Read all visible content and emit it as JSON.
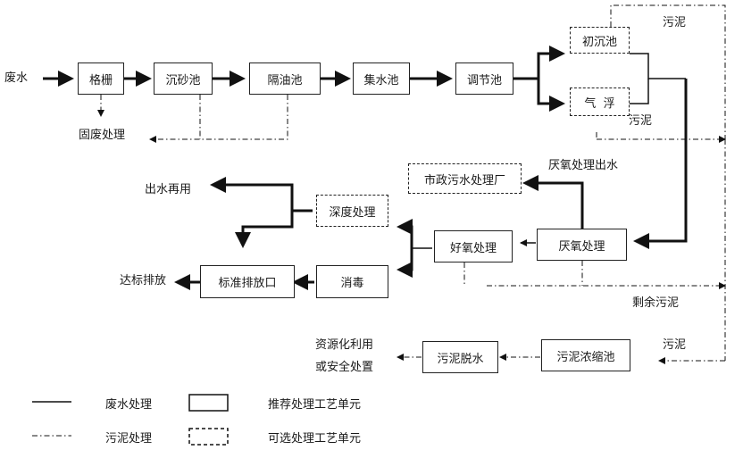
{
  "nodes": {
    "geshan": "格栅",
    "chenshachi": "沉砂池",
    "geyouchi": "隔油池",
    "jishuichi": "集水池",
    "tiaojiechi": "调节池",
    "chuchenchi": "初沉池",
    "qifu": "气  浮",
    "shizheng": "市政污水处理厂",
    "yanyang": "厌氧处理",
    "haoyang": "好氧处理",
    "shendu": "深度处理",
    "xiaodu": "消毒",
    "biaozhun": "标准排放口",
    "nongsuo": "污泥浓缩池",
    "tuoshui": "污泥脱水"
  },
  "labels": {
    "feishui": "废水",
    "gufei": "固废处理",
    "wuni_top": "污泥",
    "wuni_mid": "污泥",
    "yanyang_chushui": "厌氧处理出水",
    "chushui_zaiyong": "出水再用",
    "dabiao": "达标排放",
    "shengyu": "剩余污泥",
    "wuni_bottom": "污泥",
    "ziyuan1": "资源化利用",
    "ziyuan2": "或安全处置"
  },
  "legend": {
    "wastewater": "废水处理",
    "sludge": "污泥处理",
    "recommended": "推荐处理工艺单元",
    "optional": "可选处理工艺单元"
  }
}
